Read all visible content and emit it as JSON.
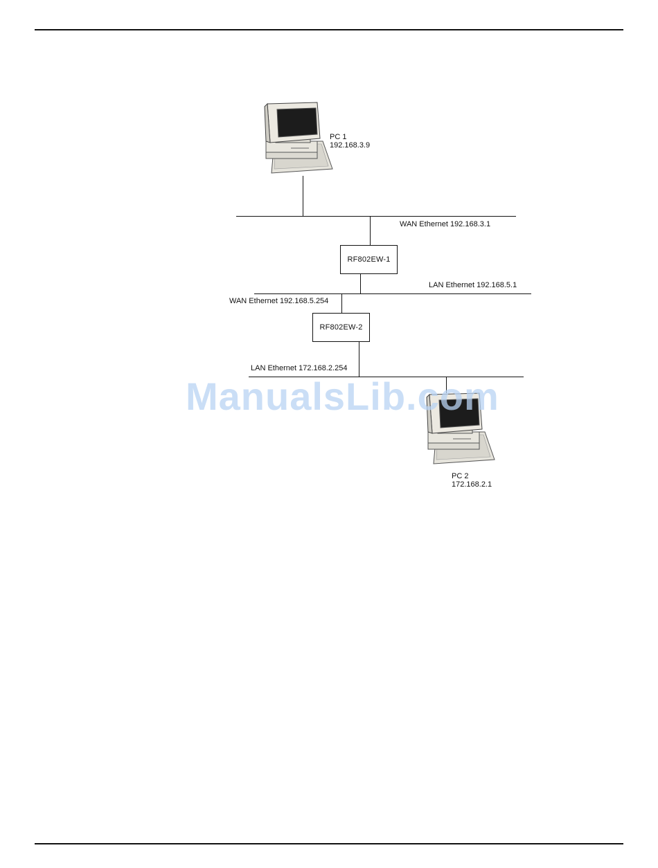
{
  "diagram": {
    "pc1": {
      "name": "PC 1",
      "ip": "192.168.3.9"
    },
    "pc2": {
      "name": "PC 2",
      "ip": "172.168.2.1"
    },
    "router1": {
      "name": "RF802EW-1",
      "wan_label": "WAN Ethernet 192.168.3.1",
      "lan_label": "LAN Ethernet 192.168.5.1"
    },
    "router2": {
      "name": "RF802EW-2",
      "wan_label": "WAN Ethernet 192.168.5.254",
      "lan_label": "LAN Ethernet 172.168.2.254"
    }
  },
  "watermark": "ManualsLib.com"
}
